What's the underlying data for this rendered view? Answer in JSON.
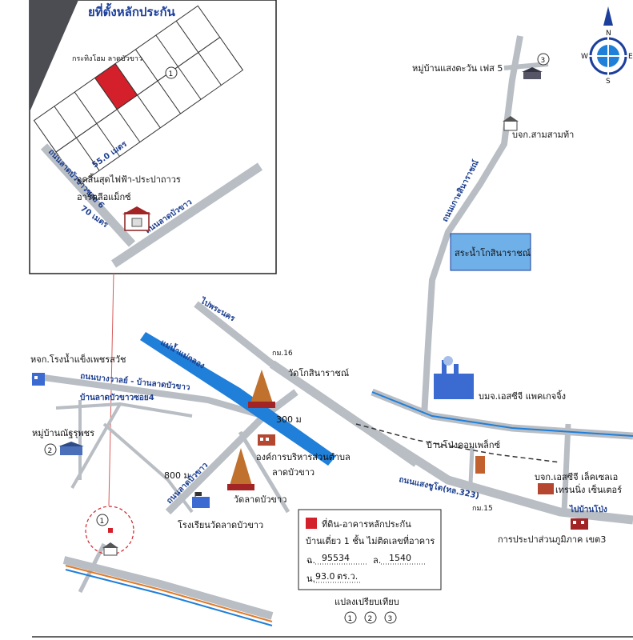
{
  "inset": {
    "title": "ยที่ตั้งหลักประกัน",
    "road_top": "กระทิงโฮม ลาดบัวขาว",
    "dist_55": "55.0 เมตร",
    "dist_70": "70 เมตร",
    "road_left": "ถนนลาดบัวขาวซอย 6",
    "road_bottom": "ถนนลาดบัวขาว",
    "end_point": "จุดสิ้นสุดไฟฟ้า-ประปาถาวร",
    "arclomax": "อาร์ตลีอแม็กซ์",
    "marker_1": "1"
  },
  "labels": {
    "village_sangtawan": "หมู่บ้านแสงตะวัน เฟส 5",
    "bjk_samsamtha": "บจก.สามสามท้า",
    "pond": "สระน้ำโกสินาราชณ์",
    "road_kosin": "ถนนเกาะสินาราชณ์",
    "to_pak": "ไปพระนคร",
    "ice_factory": "หจก.โรงน้ำแข็งเพชรสวัช",
    "km16": "กม.16",
    "wat_kosin": "วัดโกสินาราชณ์",
    "canal": "แม่น้ำแม่กลอง",
    "road_bangwa": "ถนนบางวาลย์ - บ้านลาดบัวขาว",
    "soi4": "บ้านลาดบัวขาวซอย4",
    "village_suphot": "หมู่บ้านณัฐรุพชร",
    "dist_300": "300 ม",
    "obt": "องค์การบริหารส่วนตำบล",
    "obt2": "ลาดบัวขาว",
    "dist_800": "800 ม",
    "road_ladbuakhao": "ถนนลาดบัวขาว",
    "wat_ladbuakhao": "วัดลาดบัวขาว",
    "school": "โรงเรียนวัดลาดบัวขาว",
    "bmj": "บมจ.เอสซีจี แพคเกจจิ้ง",
    "ban_pong_complex": "บ้านโป่งคอมเพล็กซ์",
    "road_saengchuto": "ถนนแสงชูโต(ทล.323)",
    "km15": "กม.15",
    "bjk_scg": "บจก.เอสซีจี เล็คเซลเอ",
    "training": "เทรนนิ่ง เซ็นเตอร์",
    "to_banpong": "ไปบ้านโป่ง",
    "pea": "การประปาส่วนภูมิภาค เขต3",
    "compare": "แปลงเปรียบเทียบ",
    "m1": "1",
    "m2": "2",
    "m3": "3"
  },
  "legend": {
    "item": "ที่ดิน-อาคารหลักประกัน",
    "desc": "บ้านเดี่ยว 1 ชั้น ไม่ติดเลขที่อาคาร",
    "chanot_label": "ฉ.",
    "chanot_value": "95534",
    "lot_label": "ล.",
    "lot_value": "1540",
    "area_label": "น.",
    "area_value": "93.0",
    "area_unit": "ตร.ว."
  },
  "compass": {
    "n": "N",
    "s": "S",
    "e": "E",
    "w": "W"
  },
  "colors": {
    "road": "#b9bec4",
    "canal": "#1f7fd9",
    "inset_blue": "#1b3f9b",
    "collateral": "#d4202a",
    "pond": "#6fb0e8"
  }
}
